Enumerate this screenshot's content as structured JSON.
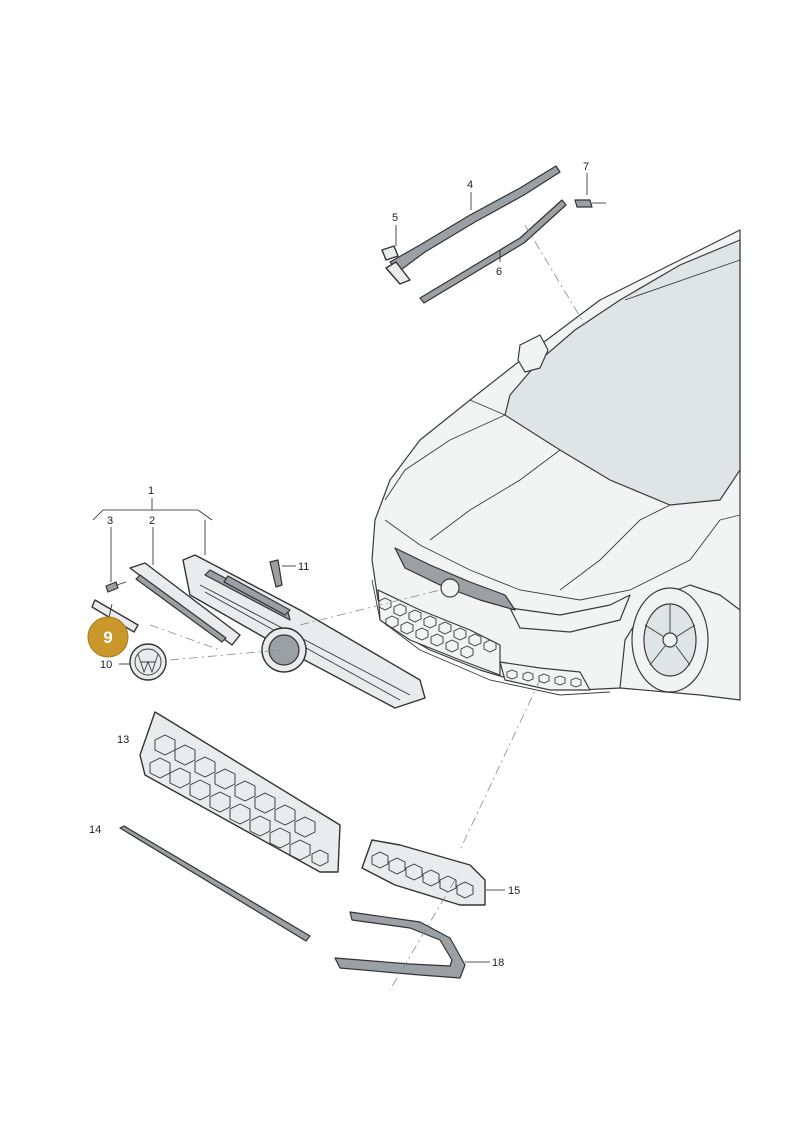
{
  "callouts": {
    "c1": "1",
    "c2": "2",
    "c3": "3",
    "c4": "4",
    "c5": "5",
    "c6": "6",
    "c7": "7",
    "c9": "9",
    "c10": "10",
    "c11": "11",
    "c13": "13",
    "c14": "14",
    "c15": "15",
    "c18": "18"
  },
  "highlighted_part": "9",
  "colors": {
    "highlight": "#c9972a",
    "line": "#333333",
    "part_fill": "#e9ecec"
  }
}
